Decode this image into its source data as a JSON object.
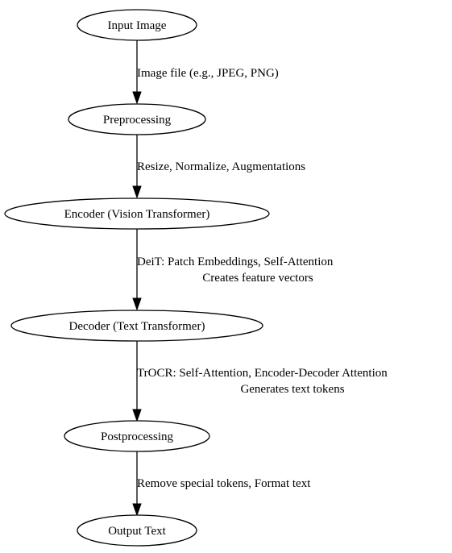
{
  "nodes": [
    {
      "id": "input",
      "label": "Input Image"
    },
    {
      "id": "preprocessing",
      "label": "Preprocessing"
    },
    {
      "id": "encoder",
      "label": "Encoder (Vision Transformer)"
    },
    {
      "id": "decoder",
      "label": "Decoder (Text Transformer)"
    },
    {
      "id": "postprocessing",
      "label": "Postprocessing"
    },
    {
      "id": "output",
      "label": "Output Text"
    }
  ],
  "edges": [
    {
      "from": "input",
      "to": "preprocessing",
      "label_lines": [
        "Image file (e.g., JPEG, PNG)"
      ]
    },
    {
      "from": "preprocessing",
      "to": "encoder",
      "label_lines": [
        "Resize, Normalize, Augmentations"
      ]
    },
    {
      "from": "encoder",
      "to": "decoder",
      "label_lines": [
        "DeiT: Patch Embeddings, Self-Attention",
        "Creates feature vectors"
      ]
    },
    {
      "from": "decoder",
      "to": "postprocessing",
      "label_lines": [
        "TrOCR: Self-Attention, Encoder-Decoder Attention",
        "Generates text tokens"
      ]
    },
    {
      "from": "postprocessing",
      "to": "output",
      "label_lines": [
        "Remove special tokens, Format text"
      ]
    }
  ]
}
